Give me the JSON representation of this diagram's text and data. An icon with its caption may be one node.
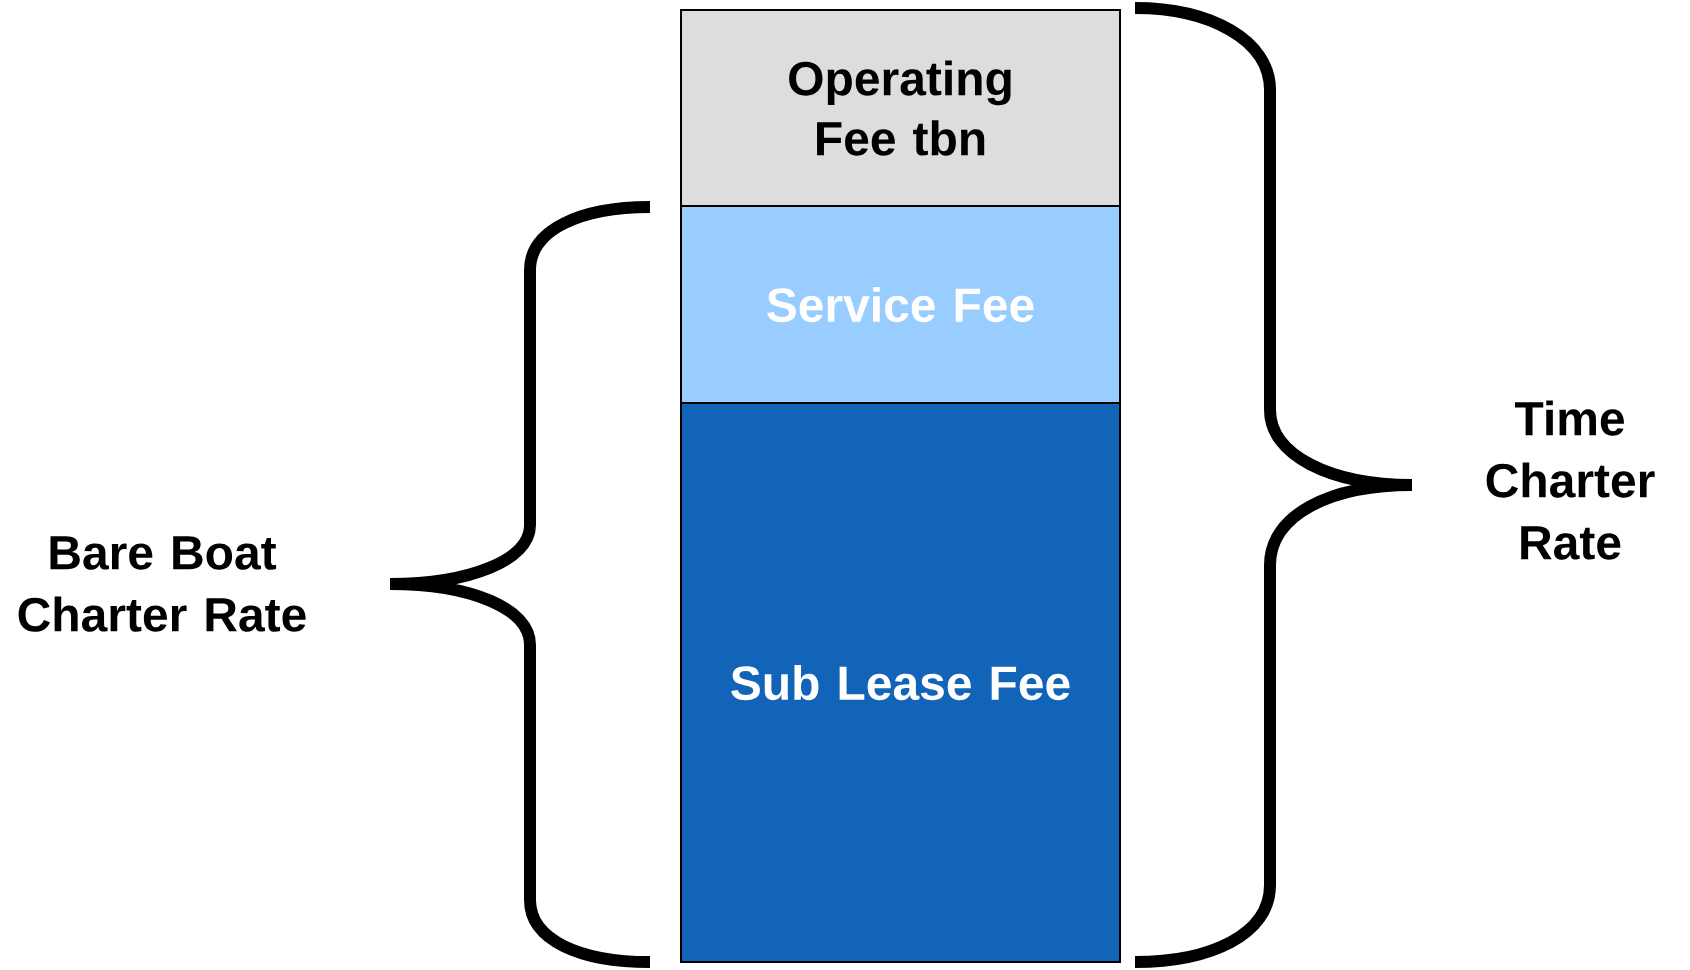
{
  "diagram": {
    "nodes": [
      {
        "text": [
          "Operating Fee tbn"
        ]
      },
      {
        "text": [
          "Service Fee"
        ]
      },
      {
        "text": [
          "Sub Lease Fee"
        ]
      }
    ],
    "labels": [
      "Bare Boat Charter Rate",
      "Time Charter Rate"
    ]
  }
}
